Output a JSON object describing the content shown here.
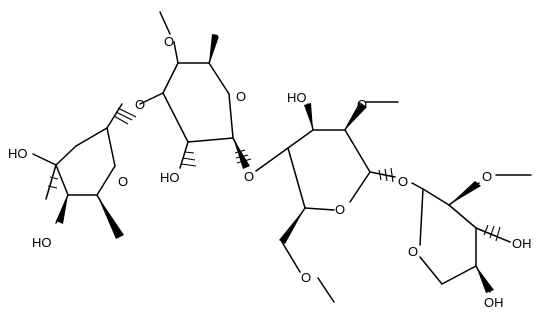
{
  "molecule": {
    "labels": {
      "o_ring_a": "O",
      "o_ring_b": "O",
      "o_ring_c": "O",
      "o_ring_d": "O",
      "o_link_ab": "O",
      "o_link_bc": "O",
      "o_link_cd": "O",
      "o_methoxy_b": "O",
      "o_methoxy_c": "O",
      "o_methoxy_c6": "O",
      "o_methoxy_d": "O",
      "oh_a4": "HO",
      "oh_a5": "HO",
      "oh_b2": "HO",
      "oh_c3": "HO",
      "oh_d3": "OH",
      "oh_d4": "OH"
    }
  },
  "colors": {
    "bond": "#000000",
    "text": "#000000",
    "background": "#ffffff"
  }
}
